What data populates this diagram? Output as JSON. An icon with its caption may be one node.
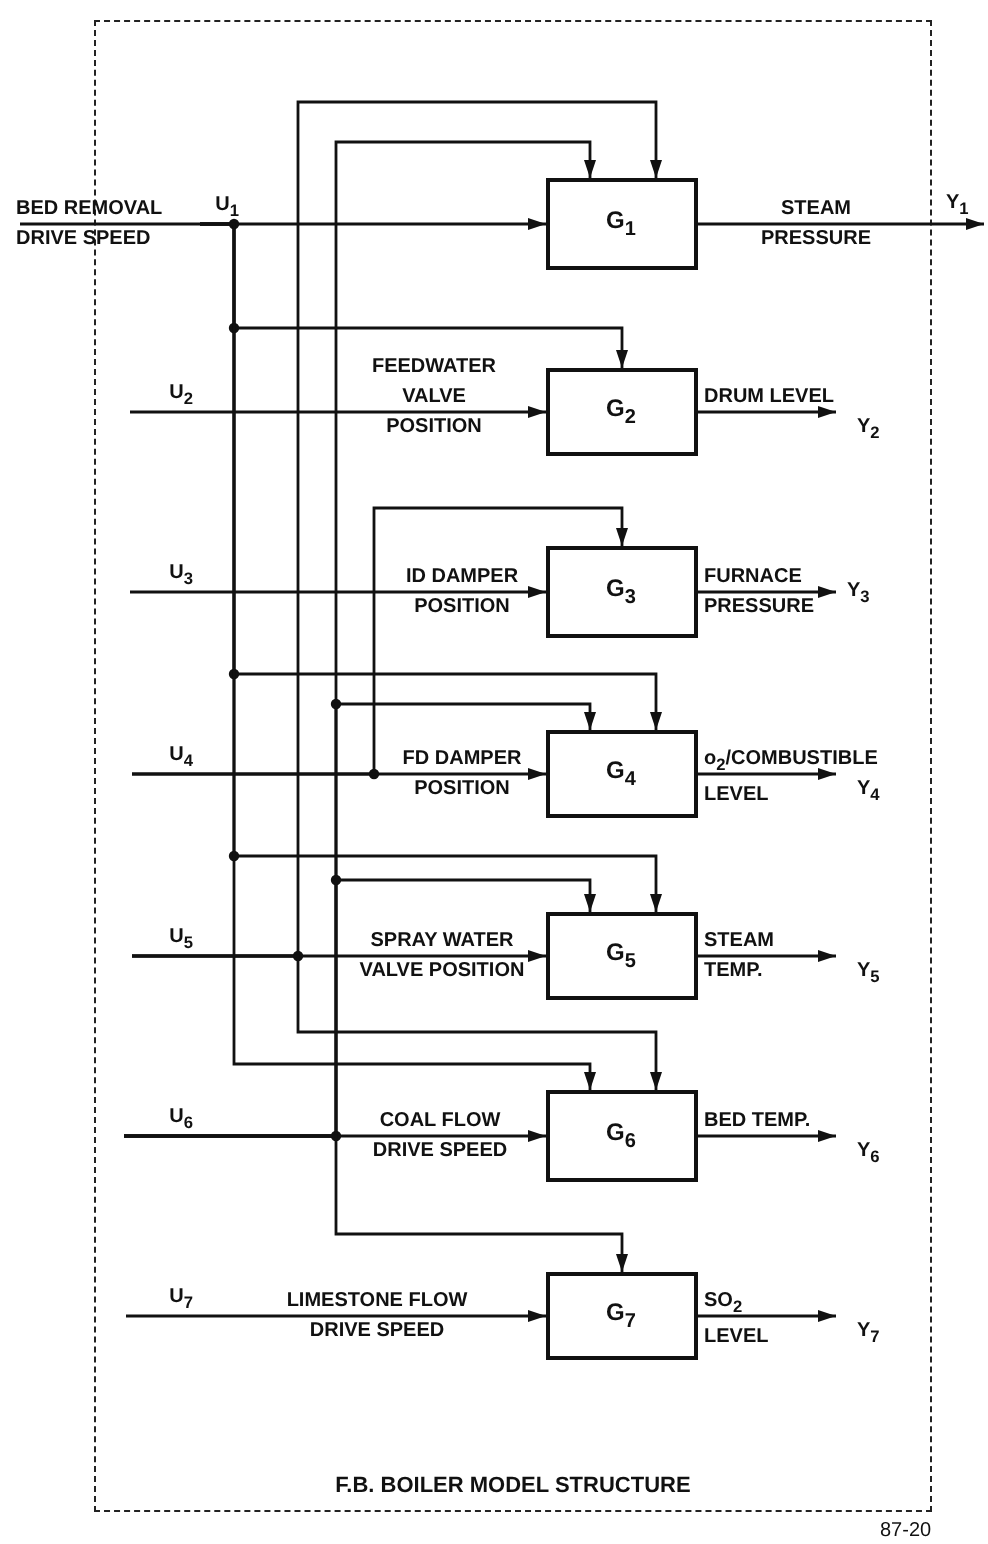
{
  "diagram": {
    "nodes": [
      {
        "text": [
          "F.B. BOILER MODEL STRUCTURE"
        ]
      },
      {
        "text": [
          "U$_{1}$"
        ],
        "in": 0
      },
      {
        "text": [
          "G$_{1}$"
        ],
        "in": 0
      },
      {
        "text": [
          "Y$_{1}$"
        ]
      },
      {
        "text": [
          "U$_{2}$"
        ],
        "in": 0
      },
      {
        "text": [
          "G$_{2}$"
        ],
        "in": 0
      },
      {
        "text": [
          "Y$_{2}$"
        ],
        "in": 0
      },
      {
        "text": [
          "U$_{3}$"
        ],
        "in": 0
      },
      {
        "text": [
          "G$_{3}$"
        ],
        "in": 0
      },
      {
        "text": [
          "Y$_{3}$"
        ],
        "in": 0
      },
      {
        "text": [
          "U$_{4}$"
        ],
        "in": 0
      },
      {
        "text": [
          "G$_{4}$"
        ],
        "in": 0
      },
      {
        "text": [
          "Y$_{4}$"
        ],
        "in": 0
      },
      {
        "text": [
          "U$_{5}$"
        ],
        "in": 0
      },
      {
        "text": [
          "G$_{5}$"
        ],
        "in": 0
      },
      {
        "text": [
          "Y$_{5}$"
        ],
        "in": 0
      },
      {
        "text": [
          "U$_{6}$"
        ],
        "in": 0
      },
      {
        "text": [
          "G$_{6}$"
        ],
        "in": 0
      },
      {
        "text": [
          "Y$_{6}$"
        ],
        "in": 0
      },
      {
        "text": [
          "U$_{7}$"
        ],
        "in": 0
      },
      {
        "text": [
          "G$_{7}$"
        ],
        "in": 0
      },
      {
        "text": [
          "Y$_{7}$"
        ],
        "in": 0
      }
    ],
    "edges": [
      {
        "from": 1,
        "to": 2,
        "arrow": "to",
        "label": "BED REMOVAL DRIVE SPEED"
      },
      {
        "from": 2,
        "to": 3,
        "arrow": "to",
        "label": "STEAM PRESSURE"
      },
      {
        "from": 4,
        "to": 5,
        "arrow": "to",
        "label": "FEEDWATER VALVE POSITION"
      },
      {
        "from": 5,
        "to": 6,
        "arrow": "to",
        "label": "DRUM LEVEL"
      },
      {
        "from": 7,
        "to": 8,
        "arrow": "to",
        "label": "ID DAMPER POSITION"
      },
      {
        "from": 8,
        "to": 9,
        "arrow": "to",
        "label": "FURNACE PRESSURE"
      },
      {
        "from": 10,
        "to": 11,
        "arrow": "to",
        "label": "FD DAMPER POSITION"
      },
      {
        "from": 11,
        "to": 12,
        "arrow": "to",
        "label": "o$_{2}$/COMBUSTIBLE LEVEL"
      },
      {
        "from": 13,
        "to": 14,
        "arrow": "to",
        "label": "SPRAY WATER VALVE POSITION"
      },
      {
        "from": 14,
        "to": 15,
        "arrow": "to",
        "label": "STEAM TEMP."
      },
      {
        "from": 16,
        "to": 17,
        "arrow": "to",
        "label": "COAL FLOW DRIVE SPEED"
      },
      {
        "from": 17,
        "to": 18,
        "arrow": "to",
        "label": "BED TEMP."
      },
      {
        "from": 19,
        "to": 20,
        "arrow": "to",
        "label": "LIMESTONE FLOW DRIVE SPEED"
      },
      {
        "from": 20,
        "to": 21,
        "arrow": "to",
        "label": "SO$_{2}$ LEVEL"
      },
      {
        "from": 1,
        "to": 5,
        "arrow": "to"
      },
      {
        "from": 1,
        "to": 11,
        "arrow": "to"
      },
      {
        "from": 1,
        "to": 14,
        "arrow": "to"
      },
      {
        "from": 1,
        "to": 17,
        "arrow": "to"
      },
      {
        "from": 13,
        "to": 2,
        "arrow": "to"
      },
      {
        "from": 13,
        "to": 17,
        "arrow": "to"
      },
      {
        "from": 16,
        "to": 2,
        "arrow": "to"
      },
      {
        "from": 16,
        "to": 11,
        "arrow": "to"
      },
      {
        "from": 16,
        "to": 14,
        "arrow": "to"
      },
      {
        "from": 16,
        "to": 20,
        "arrow": "to"
      },
      {
        "from": 10,
        "to": 8,
        "arrow": "to"
      }
    ],
    "labels": [
      "87-20"
    ]
  }
}
